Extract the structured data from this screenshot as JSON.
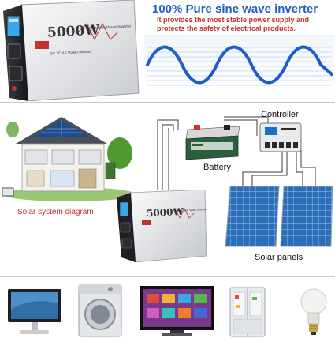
{
  "hero": {
    "headline": "100% Pure sine wave inverter",
    "subline": "It provides the most stable power supply and protects the safety of electrical products."
  },
  "inverter": {
    "rating_label": "5000W",
    "type_label": "Pure Sine Wave Inverter",
    "spec_label": "DC TO AC Power Inverter"
  },
  "diagram": {
    "controller_label": "Controller",
    "battery_label": "Battery",
    "system_label": "Solar system diagram",
    "panels_label": "Solar panels"
  },
  "appliances": [
    "computer-monitor",
    "washing-machine",
    "television",
    "refrigerator",
    "light-bulb"
  ],
  "colors": {
    "headline": "#1f5ec7",
    "subline": "#c4322c",
    "wave": "#1f5ec7",
    "battery_case": "#2b5e3a",
    "panel_cell": "#2a6fb8",
    "inverter_body": "#e7e9ec"
  }
}
